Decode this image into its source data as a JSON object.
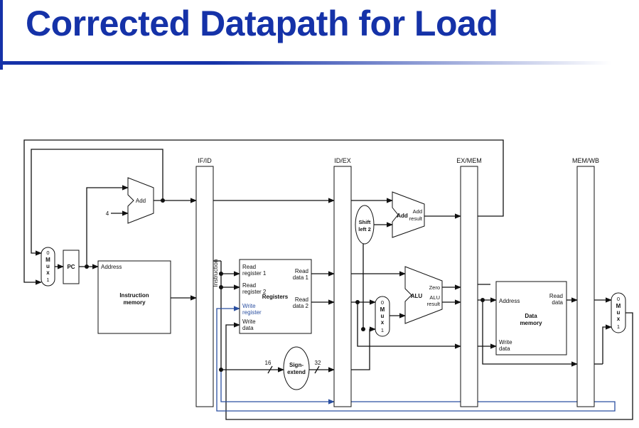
{
  "slide": {
    "title": "Corrected Datapath for Load"
  },
  "colors": {
    "title": "#1532a8",
    "write_path": "#2a4fa0"
  },
  "pipeline_registers": {
    "if_id": "IF/ID",
    "id_ex": "ID/EX",
    "ex_mem": "EX/MEM",
    "mem_wb": "MEM/WB"
  },
  "pc": {
    "label": "PC"
  },
  "mux": {
    "sel0": "0",
    "letters": [
      "M",
      "u",
      "x"
    ],
    "sel1": "1"
  },
  "pc_adder": {
    "label": "Add",
    "const": "4"
  },
  "instruction_memory": {
    "address": "Address",
    "title_line1": "Instruction",
    "title_line2": "memory"
  },
  "instruction_wire": {
    "label": "Instruction"
  },
  "registers": {
    "read_reg1": [
      "Read",
      "register 1"
    ],
    "read_reg2": [
      "Read",
      "register 2"
    ],
    "write_reg": [
      "Write",
      "register"
    ],
    "write_data": [
      "Write",
      "data"
    ],
    "read_data1": [
      "Read",
      "data 1"
    ],
    "read_data2": [
      "Read",
      "data 2"
    ],
    "title": "Registers"
  },
  "sign_extend": {
    "line1": "Sign-",
    "line2": "extend",
    "in_bits": "16",
    "out_bits": "32"
  },
  "shift_left": {
    "line1": "Shift",
    "line2": "left 2"
  },
  "branch_adder": {
    "label": "Add",
    "result": [
      "Add",
      "result"
    ]
  },
  "alu": {
    "label": "ALU",
    "zero": "Zero",
    "result": [
      "ALU",
      "result"
    ]
  },
  "data_memory": {
    "address": "Address",
    "read_data": [
      "Read",
      "data"
    ],
    "write_data": [
      "Write",
      "data"
    ],
    "title_line1": "Data",
    "title_line2": "memory"
  }
}
